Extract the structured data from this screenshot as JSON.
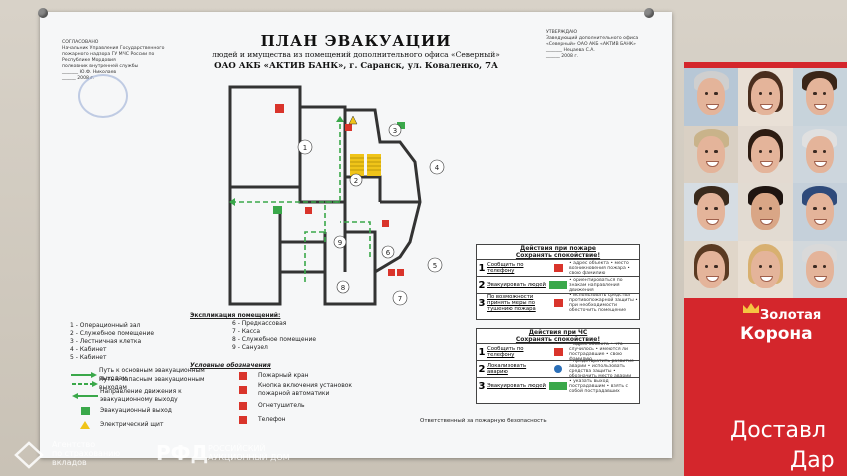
{
  "poster": {
    "title": "ПЛАН ЭВАКУАЦИИ",
    "subtitle": "людей и имущества из помещений дополнительного офиса «Северный»",
    "address": "ОАО АКБ «АКТИВ БАНК», г. Саранск, ул. Коваленко, 7А",
    "approved_left": [
      "СОГЛАСОВАНО",
      "Начальник Управления Государственного",
      "пожарного надзора ГУ МЧС России по",
      "Республике Мордовия",
      "полковник внутренней службы",
      "_______ Ю.Ф. Николаев",
      "______ 2008 г."
    ],
    "approved_right": [
      "УТВЕРЖДАЮ",
      "Заведующий дополнительного офиса",
      "«Северный» ОАО АКБ «АКТИВ БАНК»",
      "_______ Нецаева С.А.",
      "______ 2008 г."
    ],
    "room_numbers": [
      "1",
      "2",
      "3",
      "4",
      "5",
      "6",
      "7",
      "8",
      "9"
    ],
    "explication_title": "Экспликация помещений:",
    "explication_left": [
      "1 - Операционный зал",
      "2 - Служебное помещение",
      "3 - Лестничная клетка",
      "4 - Кабинет",
      "5 - Кабинет"
    ],
    "explication_right": [
      "6 - Предкассовая",
      "7 - Касса",
      "8 - Служебное помещение",
      "9 - Санузел"
    ],
    "symbols_title": "Условные обозначения",
    "symbols": [
      "Путь к основным эвакуационным выходам",
      "Путь к запасным эвакуационным выходам",
      "Направление движения к эвакуационному выходу",
      "Эвакуационный выход",
      "Электрический щит",
      "Пожарный кран",
      "Кнопка включения установок пожарной автоматики",
      "Огнетушитель",
      "Телефон"
    ],
    "fire_box": {
      "title1": "Действия при пожаре",
      "title2": "Сохранять спокойствие!",
      "steps": [
        {
          "num": "1",
          "text": "Сообщить по телефону",
          "desc": "• адрес объекта • место возникновения пожара • свою фамилию"
        },
        {
          "num": "2",
          "text": "Эвакуировать людей",
          "desc": "• ориентироваться по знакам направления движения"
        },
        {
          "num": "3",
          "text": "По возможности принять меры по тушению пожара",
          "desc": "• использовать средства противопожарной защиты • при необходимости обесточить помещение"
        }
      ]
    },
    "emergency_box": {
      "title1": "Действия при ЧС",
      "title2": "Сохранять спокойствие!",
      "steps": [
        {
          "num": "1",
          "text": "Сообщить по телефону",
          "desc": "• адрес объекта • что случилось • имеются ли пострадавшие • свою фамилию"
        },
        {
          "num": "2",
          "text": "Локализовать аварию",
          "desc": "• предотвратить развитие аварии • использовать средства защиты • обозначить место аварии"
        },
        {
          "num": "3",
          "text": "Эвакуировать людей",
          "desc": "• указать выход пострадавшим • взять с собой пострадавших"
        }
      ]
    },
    "responsible": "Ответственный за пожарную безопасность"
  },
  "ad": {
    "brand_line1": "Золотая",
    "brand_line2": "Корона",
    "slogan_line1": "Доставл",
    "slogan_line2": "Дар"
  },
  "watermark": {
    "agency_line1": "Агентство",
    "agency_line2": "по страхованию",
    "agency_line3": "вкладов",
    "rad_logo": "РФД",
    "rad_line1": "РОССИЙСКИЙ",
    "rad_line2": "АУКЦИОННЫЙ ДОМ"
  },
  "colors": {
    "arrow_green": "#3aa84a",
    "wall": "#333333",
    "ad_red": "#d4262c",
    "stair_yellow": "#f0c419",
    "sign_red": "#d9342b"
  }
}
